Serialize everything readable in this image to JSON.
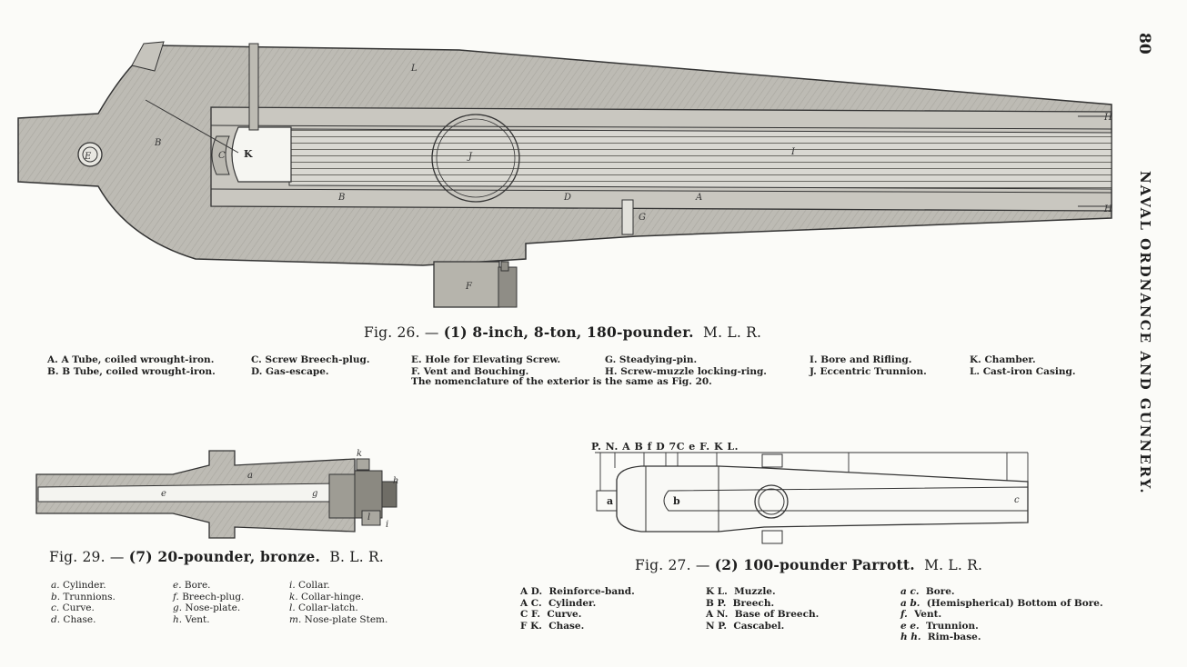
{
  "page": {
    "number": "80",
    "running_title": "NAVAL ORDNANCE AND GUNNERY."
  },
  "fig26": {
    "caption_prefix": "Fig. 26. —",
    "caption_main": "(1) 8-inch, 8-ton, 180-pounder.",
    "caption_suffix": "M. L. R.",
    "labels": {
      "L": "L",
      "H1": "H",
      "H2": "H",
      "B1": "B",
      "E": "E",
      "C": "C",
      "K": "K",
      "J": "J",
      "I": "I",
      "B2": "B",
      "D": "D",
      "A": "A",
      "G": "G",
      "F": "F"
    },
    "legend": [
      [
        "A.",
        "A Tube, coiled wrought-iron."
      ],
      [
        "B.",
        "B Tube, coiled wrought-iron."
      ],
      [
        "C.",
        "Screw Breech-plug."
      ],
      [
        "D.",
        "Gas-escape."
      ],
      [
        "E.",
        "Hole for Elevating Screw."
      ],
      [
        "F.",
        "Vent and Bouching."
      ],
      [
        "G.",
        "Steadying-pin."
      ],
      [
        "H.",
        "Screw-muzzle locking-ring."
      ],
      [
        "I.",
        "Bore and Rifling."
      ],
      [
        "J.",
        "Eccentric Trunnion."
      ],
      [
        "K.",
        "Chamber."
      ],
      [
        "L.",
        "Cast-iron Casing."
      ]
    ],
    "note": "The nomenclature of the exterior is the same as Fig. 20."
  },
  "fig29": {
    "caption_prefix": "Fig. 29. —",
    "caption_main": "(7) 20-pounder, bronze.",
    "caption_suffix": "B. L. R.",
    "labels": {
      "a": "a",
      "e": "e",
      "g": "g",
      "k": "k",
      "h": "h",
      "l": "l",
      "i": "i"
    },
    "legend": [
      [
        "a.",
        "Cylinder."
      ],
      [
        "b.",
        "Trunnions."
      ],
      [
        "c.",
        "Curve."
      ],
      [
        "d.",
        "Chase."
      ],
      [
        "e.",
        "Bore."
      ],
      [
        "f.",
        "Breech-plug."
      ],
      [
        "g.",
        "Nose-plate."
      ],
      [
        "h.",
        "Vent."
      ],
      [
        "i.",
        "Collar."
      ],
      [
        "k.",
        "Collar-hinge."
      ],
      [
        "l.",
        "Collar-latch."
      ],
      [
        "m.",
        "Nose-plate Stem."
      ]
    ]
  },
  "fig27": {
    "caption_prefix": "Fig. 27. —",
    "caption_main": "(2) 100-pounder Parrott.",
    "caption_suffix": "M. L. R.",
    "labels": {
      "top": "P. N. A B f D 7C e F. K L.",
      "a": "a",
      "b": "b",
      "c": "c"
    },
    "legend": [
      [
        "A D.",
        "Reinforce-band."
      ],
      [
        "A C.",
        "Cylinder."
      ],
      [
        "C F.",
        "Curve."
      ],
      [
        "F K.",
        "Chase."
      ],
      [
        "K L.",
        "Muzzle."
      ],
      [
        "B P.",
        "Breech."
      ],
      [
        "A N.",
        "Base of Breech."
      ],
      [
        "N P.",
        "Cascabel."
      ],
      [
        "a c.",
        "Bore."
      ],
      [
        "a b.",
        "(Hemispherical) Bottom of Bore."
      ],
      [
        "f.",
        "Vent."
      ],
      [
        "e e.",
        "Trunnion."
      ],
      [
        "h h.",
        "Rim-base."
      ]
    ]
  }
}
